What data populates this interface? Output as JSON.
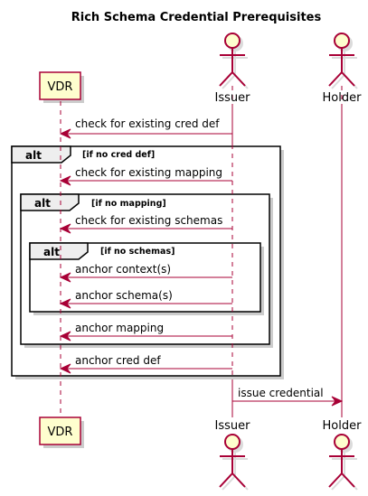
{
  "title": "Rich Schema Credential Prerequisites",
  "participants": {
    "vdr": "VDR",
    "issuer": "Issuer",
    "holder": "Holder"
  },
  "messages": [
    "check for existing cred def",
    "check for existing mapping",
    "check for existing schemas",
    "anchor context(s)",
    "anchor schema(s)",
    "anchor mapping",
    "anchor cred def",
    "issue credential"
  ],
  "alt_frames": [
    {
      "keyword": "alt",
      "condition": "[if no cred def]"
    },
    {
      "keyword": "alt",
      "condition": "[if no mapping]"
    },
    {
      "keyword": "alt",
      "condition": "[if no schemas]"
    }
  ],
  "colors": {
    "participant_fill": "#FEFECE",
    "participant_border": "#A80036",
    "arrow": "#A80036"
  }
}
